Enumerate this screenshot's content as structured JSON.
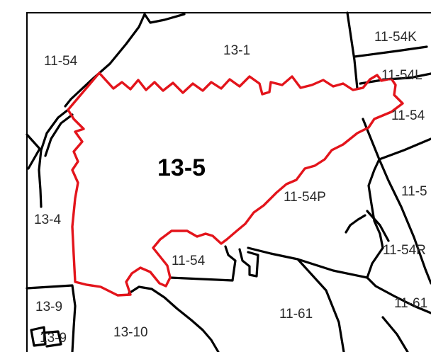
{
  "map": {
    "highlighted_parcel": "13-5",
    "highlight_color": "#e3141b",
    "boundary_color": "#000000",
    "background_color": "#ffffff",
    "labels": {
      "main": "13-5",
      "l_11_54_nw": "11-54",
      "l_13_1": "13-1",
      "l_11_54k": "11-54K",
      "l_11_54l": "11-54L",
      "l_11_54_e": "11-54",
      "l_11_5x": "11-5",
      "l_13_4": "13-4",
      "l_11_54p": "11-54P",
      "l_11_54_center": "11-54",
      "l_11_54r": "11-54R",
      "l_13_9": "13-9",
      "l_11_61": "11-61",
      "l_11_61_e": "11-61",
      "l_13_10": "13-10",
      "l_13_9_sw": "13-9"
    }
  }
}
